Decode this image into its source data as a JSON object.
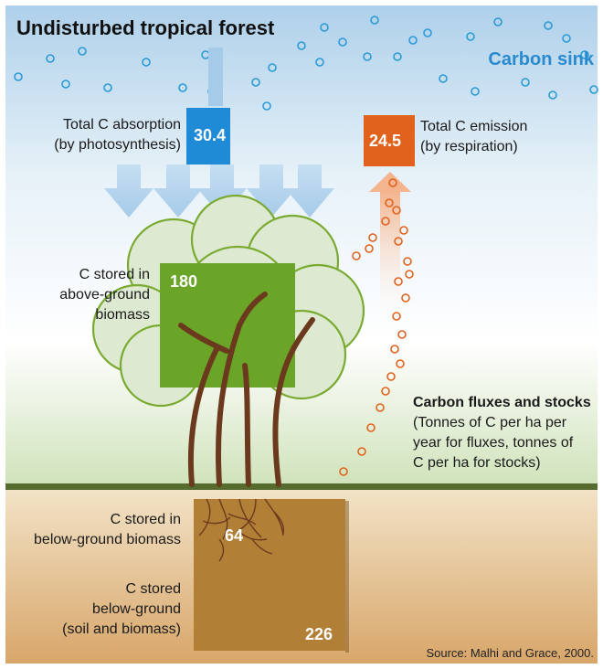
{
  "title": "Undisturbed tropical forest",
  "carbon_sink": "Carbon sink",
  "absorption": {
    "label_line1": "Total C absorption",
    "label_line2": "(by photosynthesis)",
    "value": "30.4"
  },
  "emission": {
    "label_line1": "Total C emission",
    "label_line2": "(by respiration)",
    "value": "24.5"
  },
  "above_ground": {
    "line1": "C stored in",
    "line2": "above-ground",
    "line3": "biomass",
    "value": "180"
  },
  "below_biomass": {
    "line1": "C stored in",
    "line2": "below-ground biomass",
    "value": "64"
  },
  "below_total": {
    "line1": "C stored",
    "line2": "below-ground",
    "line3": "(soil and biomass)",
    "value": "226"
  },
  "legend": {
    "heading": "Carbon fluxes and stocks",
    "line1": "(Tonnes of C per ha per",
    "line2": "year for fluxes, tonnes of",
    "line3": "C per ha for stocks)"
  },
  "source": "Source: Malhi and Grace, 2000.",
  "colors": {
    "sky": "#b7d6ee",
    "absorption": "#1f8ad6",
    "emission": "#e0621c",
    "above_ground": "#6aa527",
    "soil": "#b17f36",
    "ground_line": "#556b2f"
  }
}
